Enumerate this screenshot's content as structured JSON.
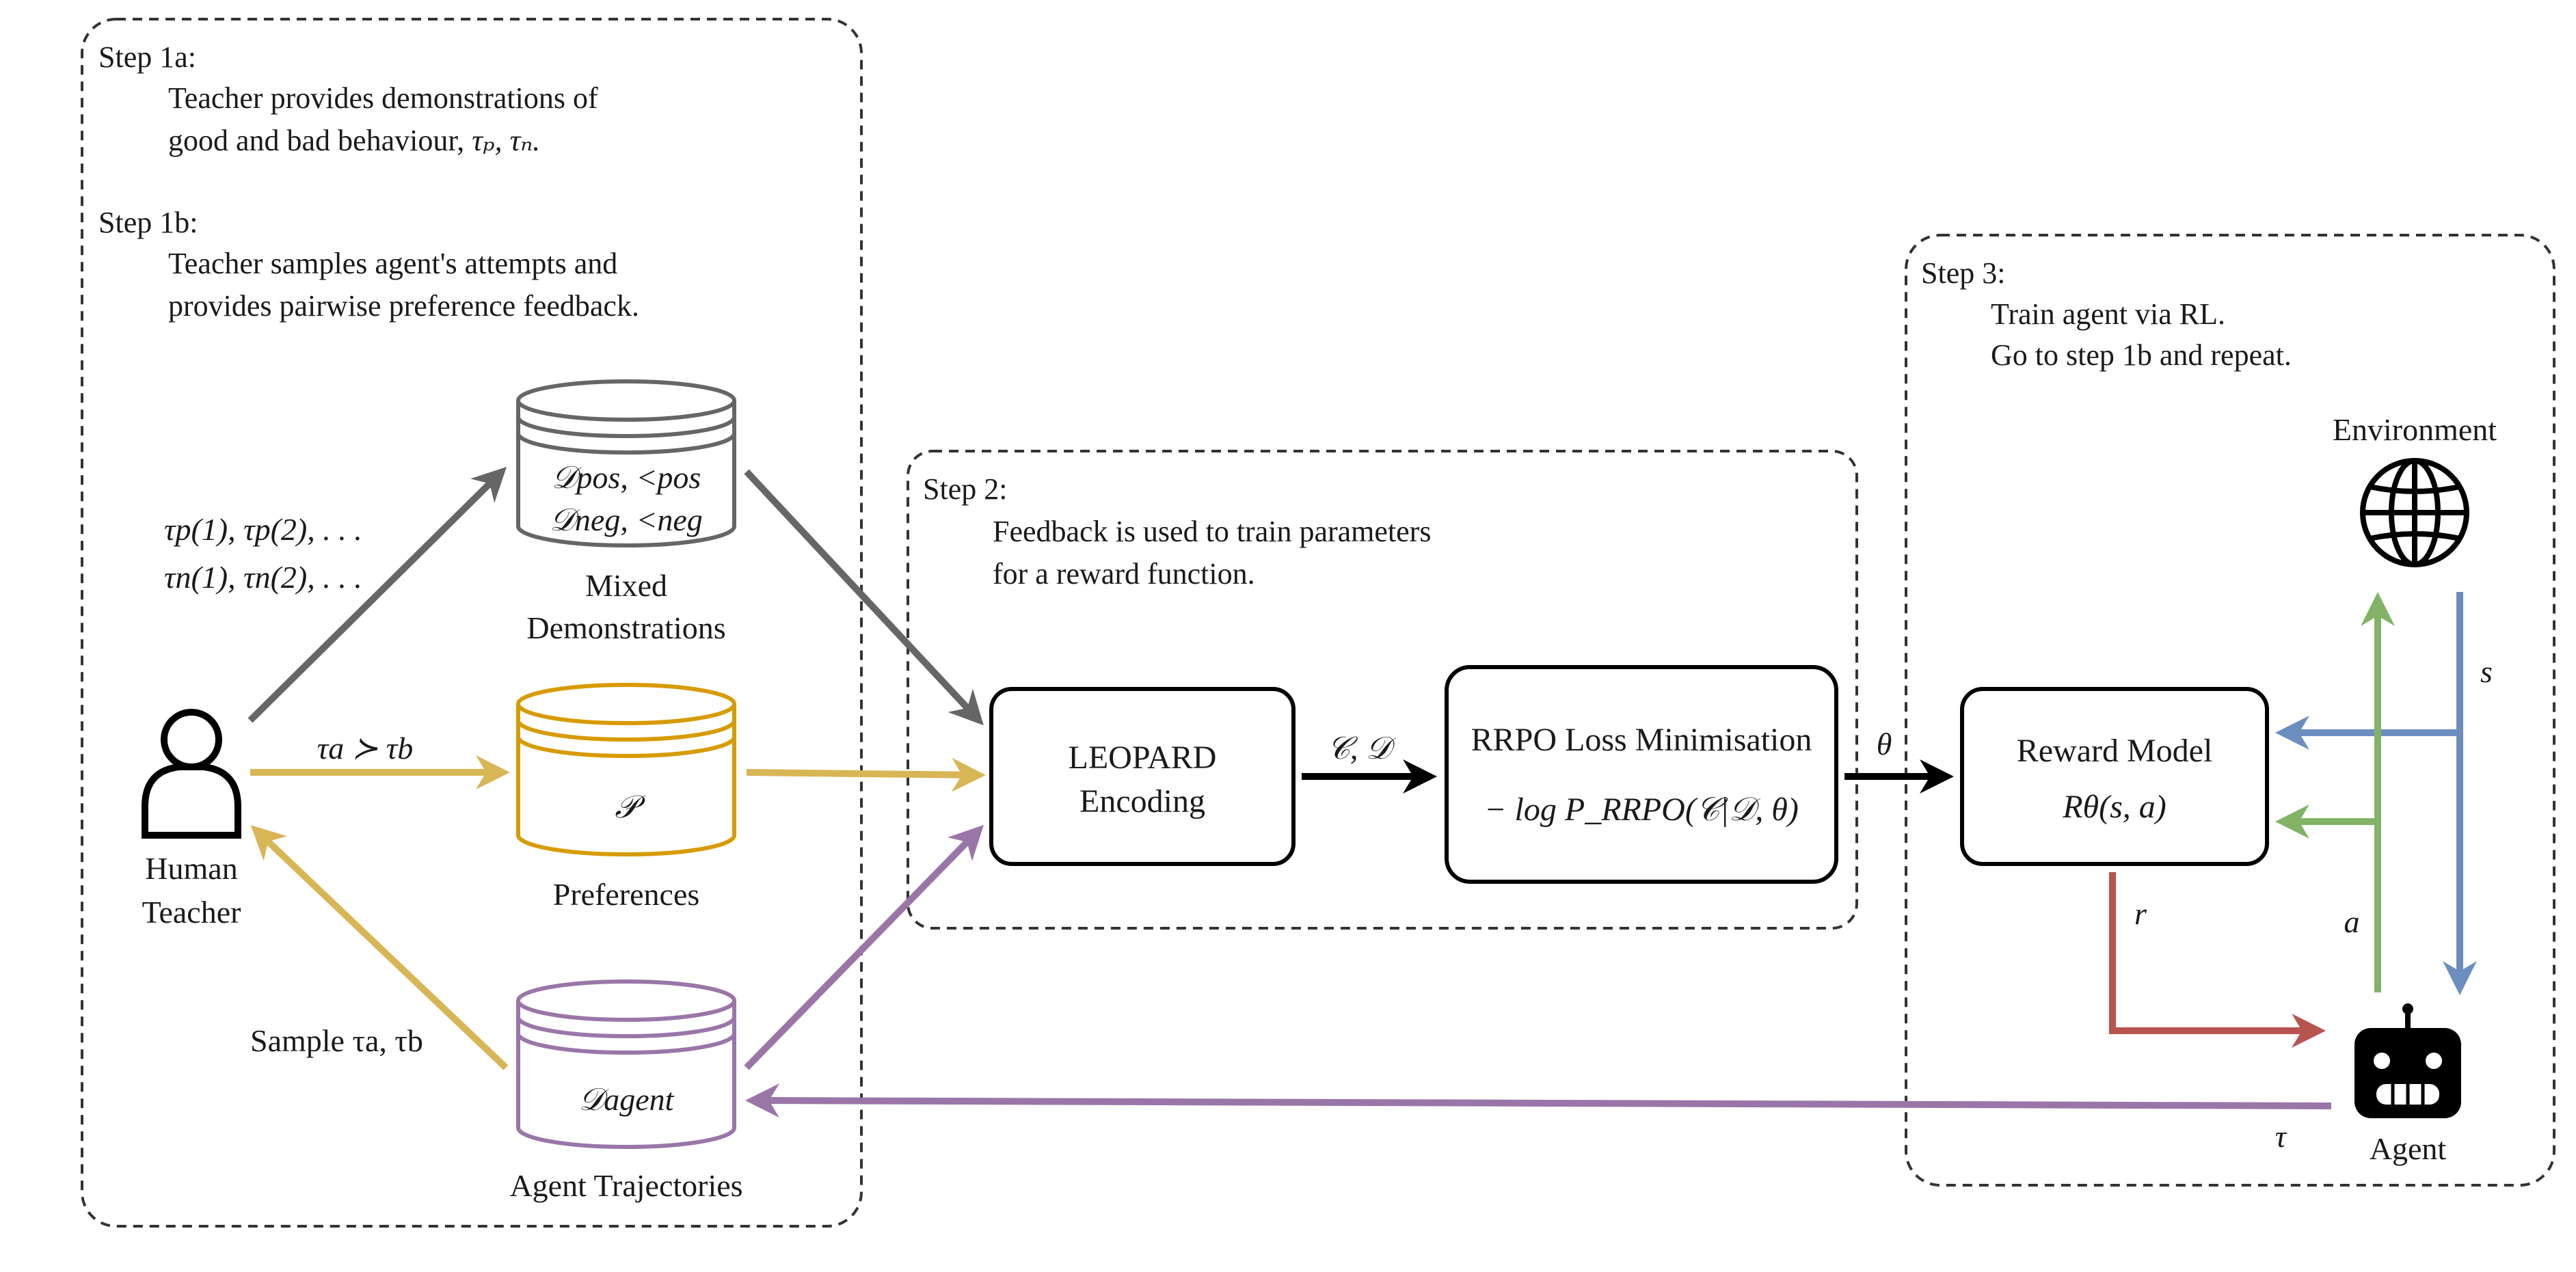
{
  "steps": {
    "step1a": {
      "title": "Step 1a:",
      "line1": "Teacher provides demonstrations of",
      "line2_text": "good and bad behaviour,",
      "line2_math": "τₚ, τₙ."
    },
    "step1b": {
      "title": "Step 1b:",
      "line1": "Teacher samples agent's attempts and",
      "line2": "provides pairwise preference feedback."
    },
    "step2": {
      "title": "Step 2:",
      "line1": "Feedback is used to train parameters",
      "line2": "for a reward function."
    },
    "step3": {
      "title": "Step 3:",
      "line1": "Train agent via RL.",
      "line2": "Go to step 1b and repeat."
    }
  },
  "nodes": {
    "teacher": {
      "line1": "Human",
      "line2": "Teacher"
    },
    "mixed": {
      "line1": "Mixed",
      "line2": "Demonstrations",
      "db_line1": "𝒟pos, <pos",
      "db_line2": "𝒟neg, <neg"
    },
    "preferences": {
      "label": "Preferences",
      "db_symbol": "𝒫"
    },
    "agent_traj": {
      "label": "Agent Trajectories",
      "db_symbol": "𝒟agent"
    },
    "leopard": {
      "line1": "LEOPARD",
      "line2": "Encoding"
    },
    "rrpo": {
      "line1": "RRPO Loss Minimisation",
      "line2": "− log P_RRPO(𝒞|𝒟, θ)"
    },
    "reward": {
      "line1": "Reward Model",
      "line2": "Rθ(s, a)"
    },
    "environment": {
      "label": "Environment"
    },
    "agent": {
      "label": "Agent"
    }
  },
  "edges": {
    "demos_label_1": "τp(1), τp(2), . . .",
    "demos_label_2": "τn(1), τn(2), . . .",
    "pref_label": "τa ≻ τb",
    "sample_label": "Sample τa, τb",
    "cd_label": "𝒞, 𝒟",
    "theta_label": "θ",
    "s_label": "s",
    "a_label": "a",
    "r_label": "r",
    "tau_label": "τ"
  },
  "colors": {
    "gray": "#666666",
    "gold": "#d8b656",
    "purple": "#9a76a8",
    "blue": "#6c8ebf",
    "green": "#82b366",
    "red": "#b85450",
    "black": "#000000"
  }
}
